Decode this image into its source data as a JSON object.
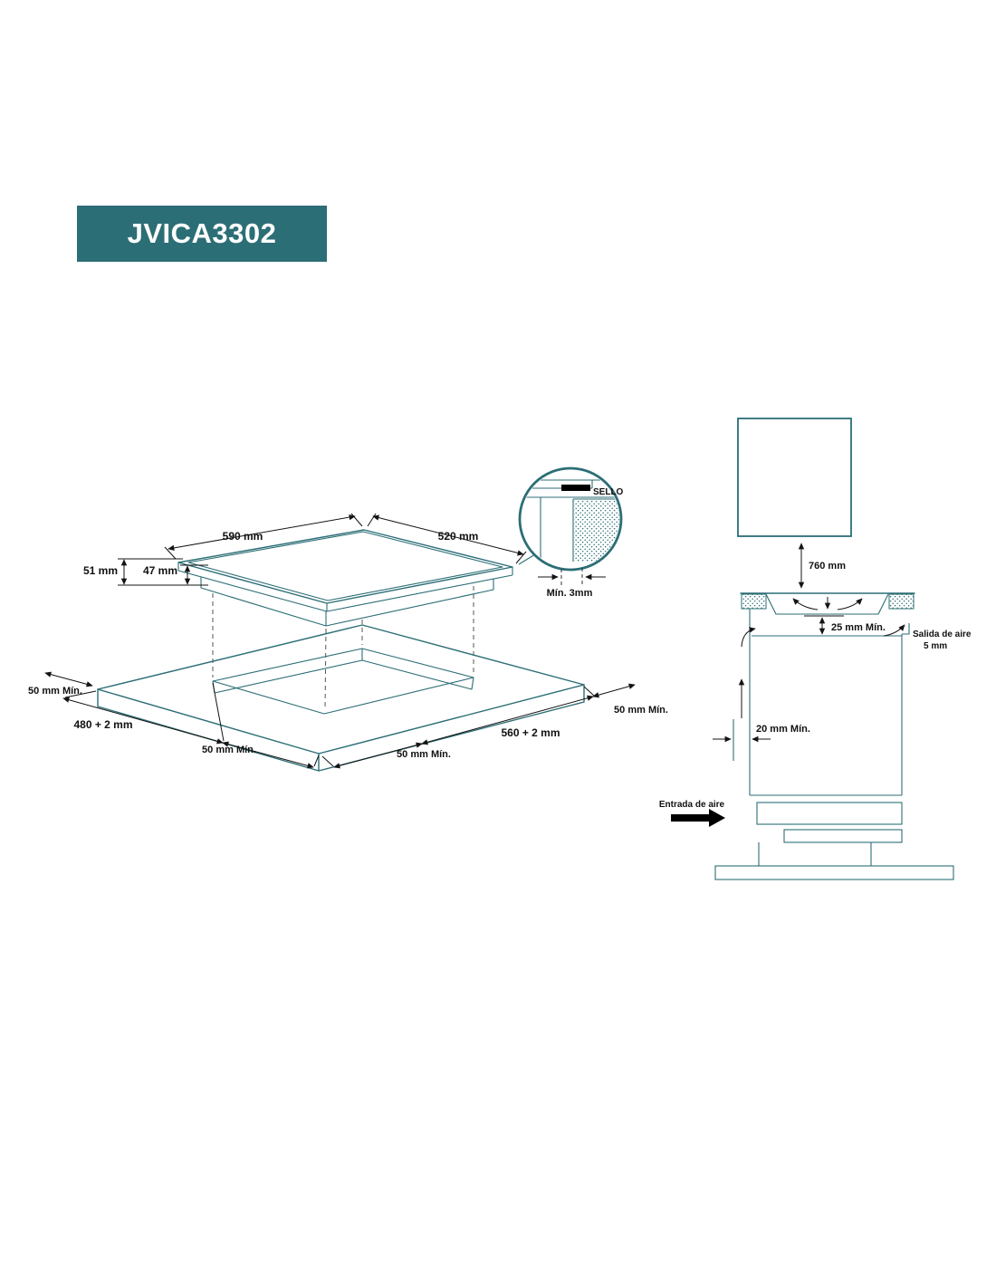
{
  "title_badge": {
    "label": "JVICA3302"
  },
  "colors": {
    "accent_teal": "#2C6E76",
    "badge_bg": "#2C6E76",
    "badge_text": "#ffffff",
    "dimension_line": "#141414",
    "page_bg": "#ffffff"
  },
  "cutout_diagram": {
    "hob_width": "590 mm",
    "hob_depth": "520 mm",
    "hob_height_total": "51 mm",
    "hob_height_body": "47 mm",
    "seal_label": "SELLO",
    "seal_gap": "Mín. 3mm",
    "margin_left": "50 mm Mín.",
    "cutout_width": "480 + 2 mm",
    "margin_front_left": "50 mm Mín.",
    "margin_front_right": "50 mm Mín.",
    "cutout_depth": "560 + 2 mm",
    "margin_right": "50 mm Mín."
  },
  "clearance_diagram": {
    "hood_distance": "760 mm",
    "gap_below_hob": "25 mm Mín.",
    "air_outlet_label": "Salida de aire",
    "air_outlet_gap": "5 mm",
    "rear_gap": "20 mm Mín.",
    "air_inlet_label": "Entrada de aire"
  }
}
